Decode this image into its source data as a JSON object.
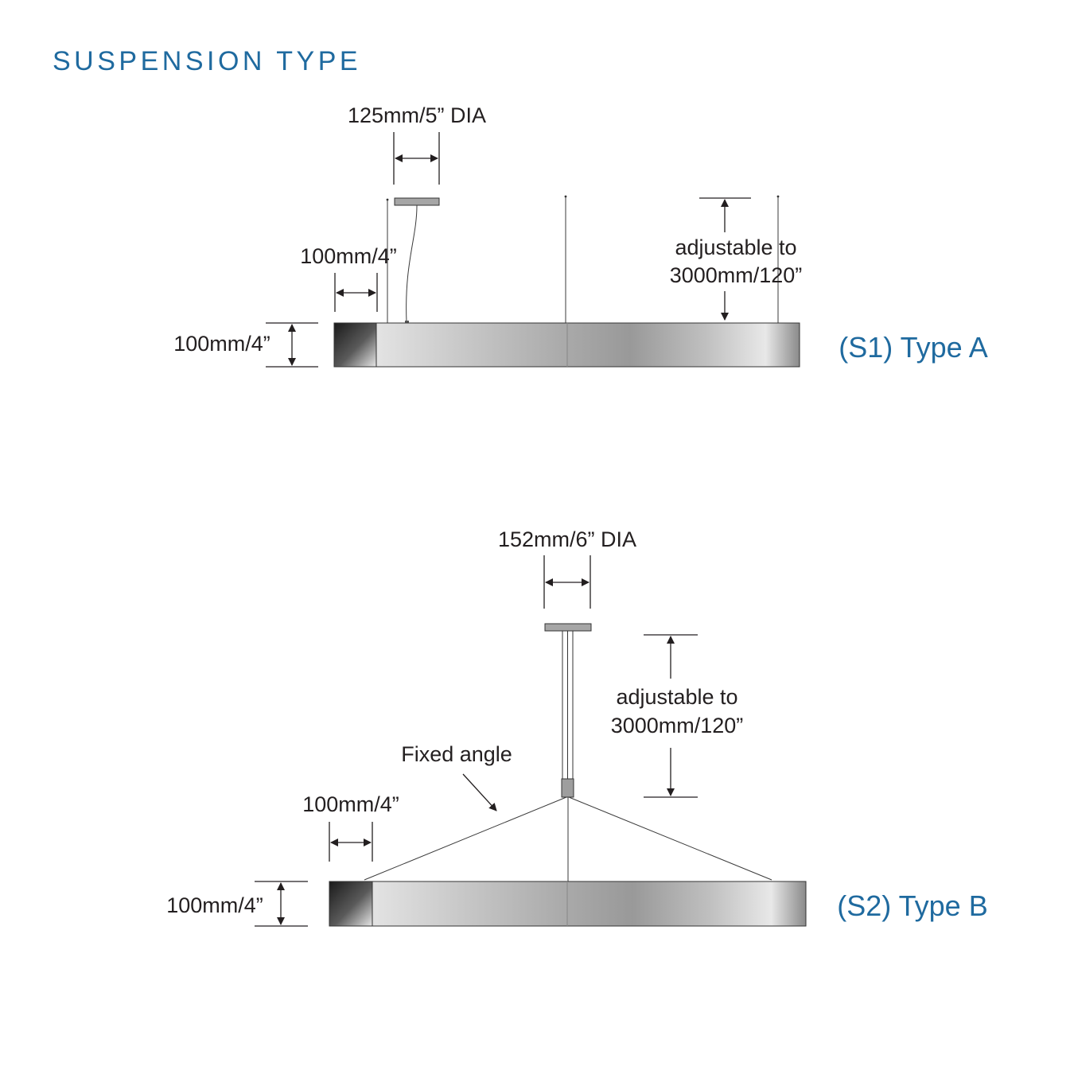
{
  "header": {
    "title": "SUSPENSION TYPE"
  },
  "type_a": {
    "label": "(S1) Type A",
    "canopy_dia": "125mm/5” DIA",
    "offset": "100mm/4”",
    "height": "100mm/4”",
    "adjustable_line1": "adjustable to",
    "adjustable_line2": "3000mm/120”"
  },
  "type_b": {
    "label": "(S2) Type B",
    "canopy_dia": "152mm/6” DIA",
    "offset": "100mm/4”",
    "height": "100mm/4”",
    "adjustable_line1": "adjustable to",
    "adjustable_line2": "3000mm/120”",
    "fixed_angle": "Fixed angle"
  },
  "colors": {
    "accent": "#1f6a9f",
    "ink": "#231f20"
  }
}
